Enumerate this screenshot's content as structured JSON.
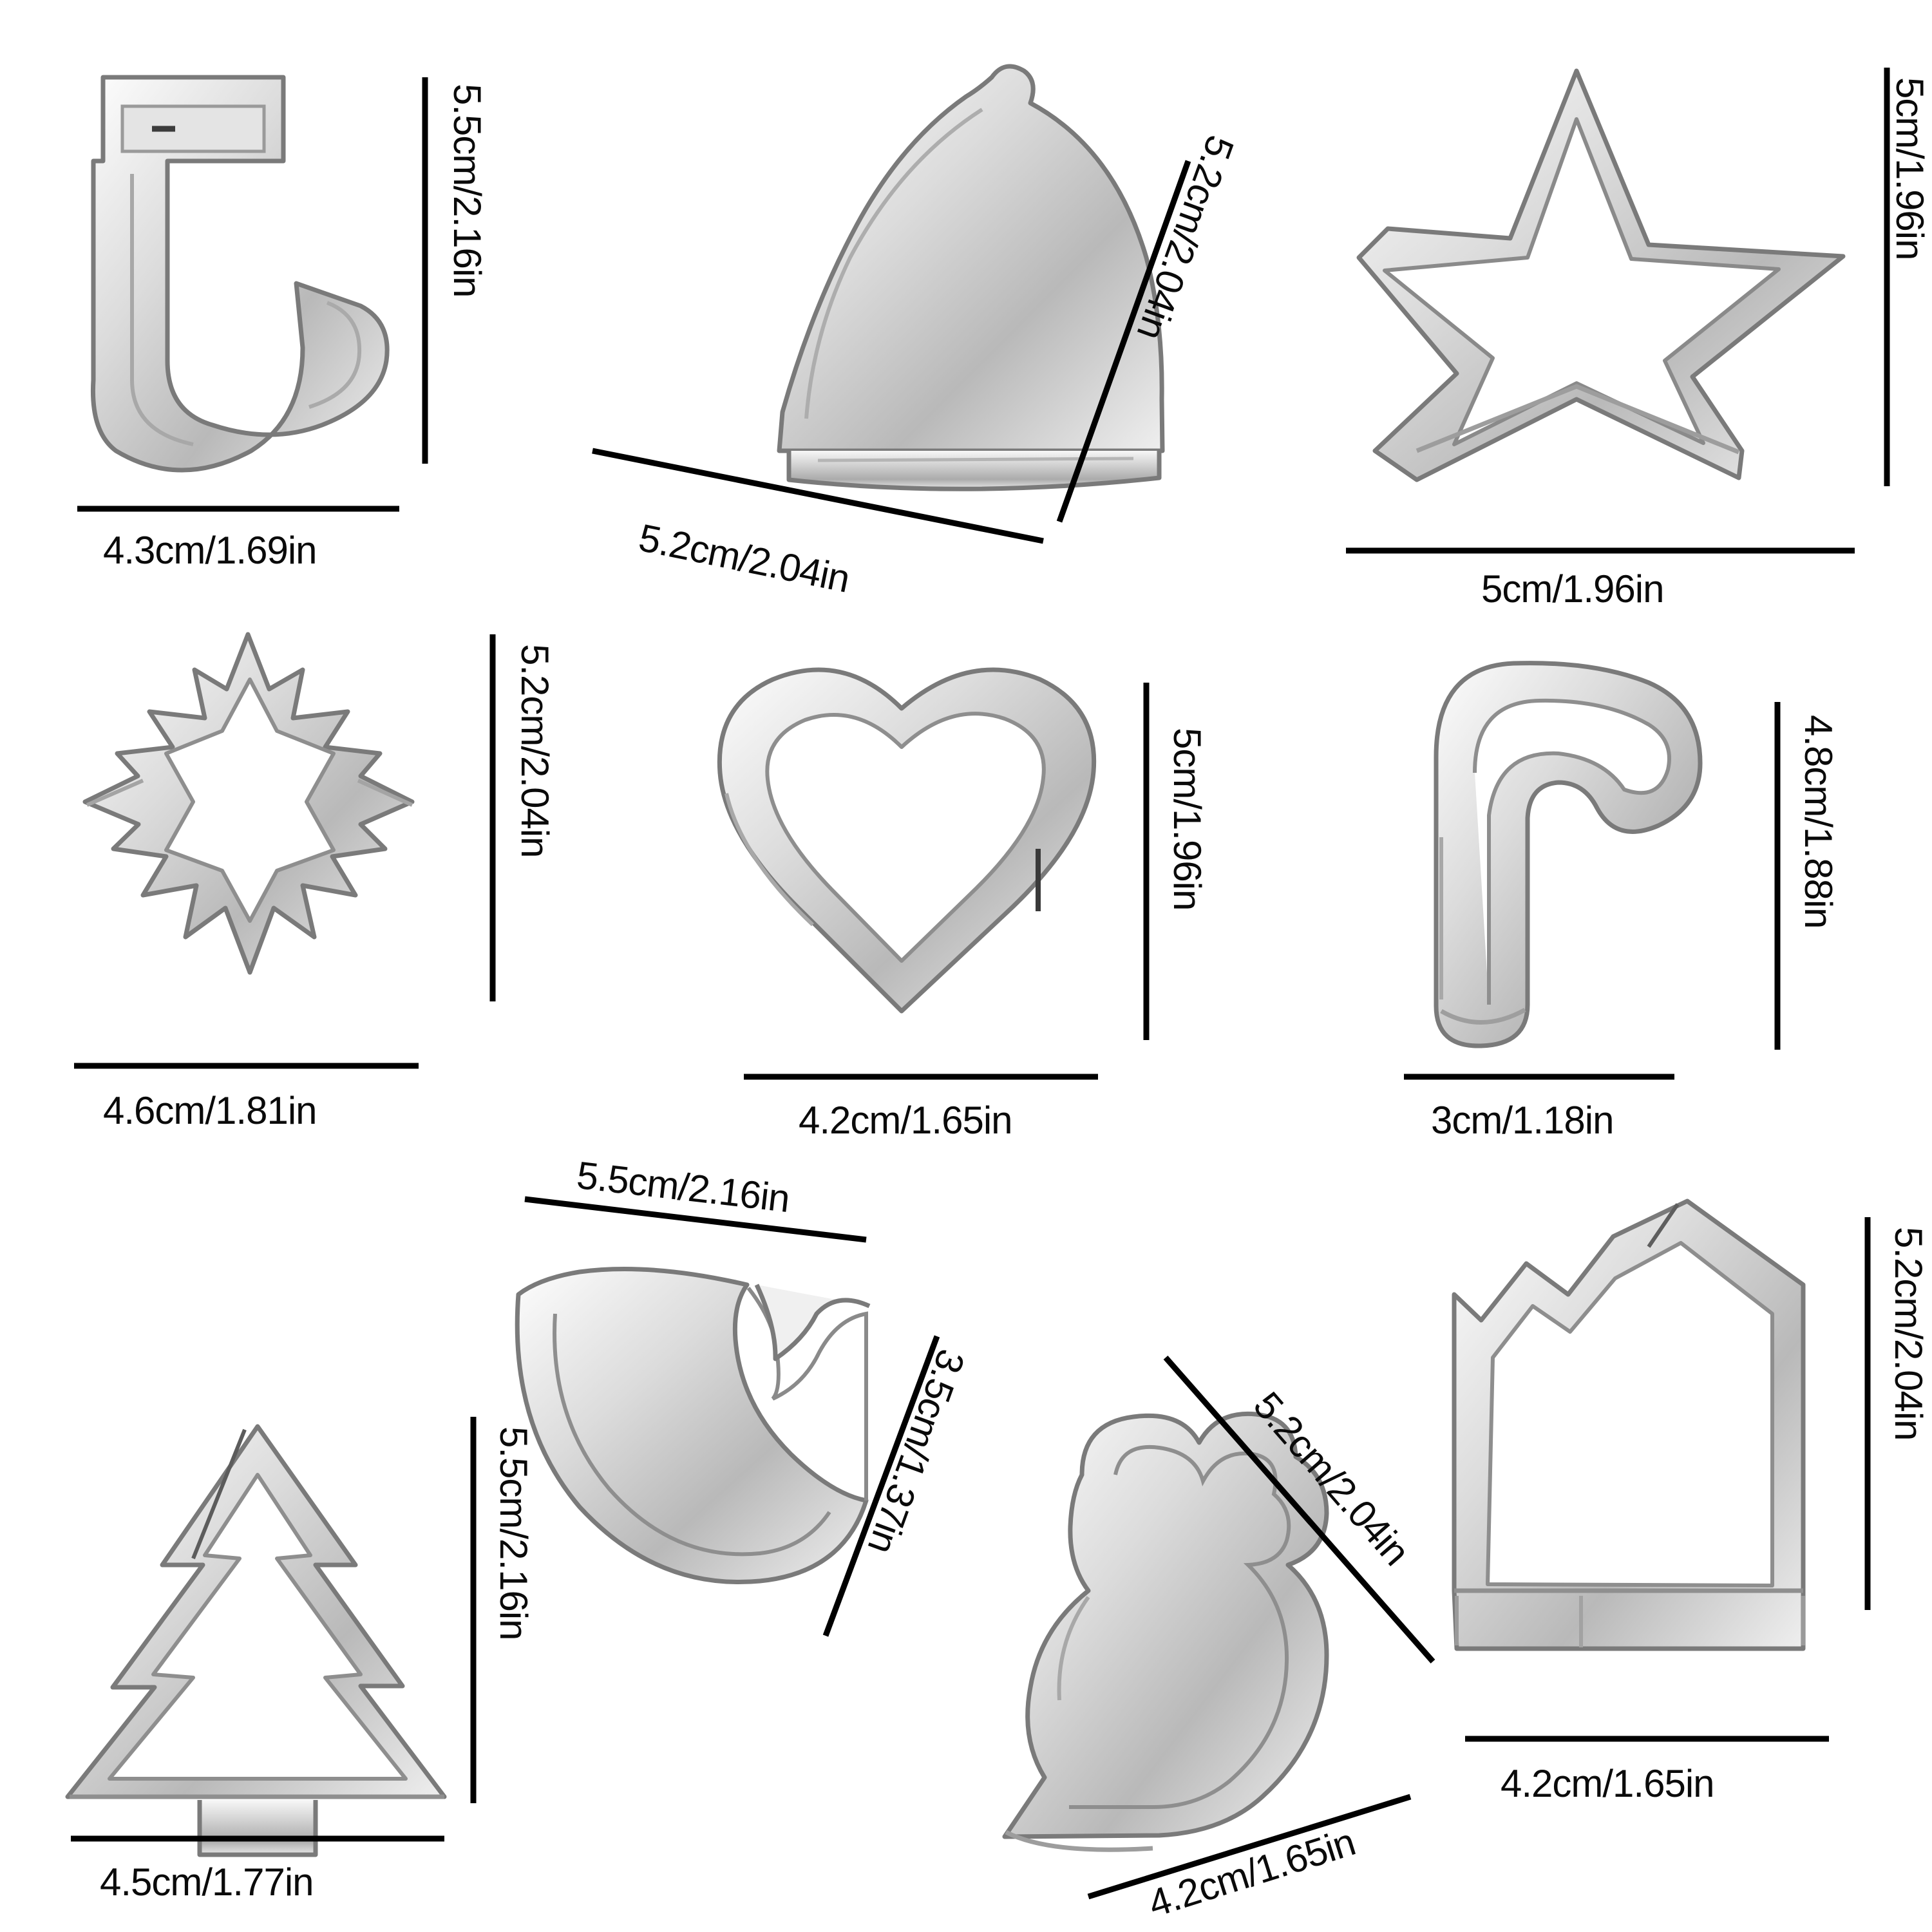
{
  "page": {
    "title": "Stainless Steel Christmas Cookie Cutter Set Dimensions",
    "background_color": "#ffffff",
    "text_color": "#0a0a0a",
    "metal_light": "#f2f2f2",
    "metal_mid": "#c9c9c9",
    "metal_dark": "#8f8f8f",
    "metal_edge": "#6d6d6d"
  },
  "items": [
    {
      "id": "stocking",
      "name": "stocking-cutter",
      "icon": "stocking-icon",
      "height_label": "5.5cm/2.16in",
      "width_label": "4.3cm/1.69in",
      "height_cm": 5.5,
      "height_in": 2.16,
      "width_cm": 4.3,
      "width_in": 1.69
    },
    {
      "id": "bell",
      "name": "bell-cutter",
      "icon": "bell-icon",
      "height_label": "5.2cm/2.04in",
      "width_label": "5.2cm/2.04in",
      "height_cm": 5.2,
      "height_in": 2.04,
      "width_cm": 5.2,
      "width_in": 2.04
    },
    {
      "id": "star",
      "name": "star-cutter",
      "icon": "star-icon",
      "height_label": "5cm/1.96in",
      "width_label": "5cm/1.96in",
      "height_cm": 5.0,
      "height_in": 1.96,
      "width_cm": 5.0,
      "width_in": 1.96
    },
    {
      "id": "snowflake",
      "name": "snowflake-cutter",
      "icon": "snowflake-icon",
      "height_label": "5.2cm/2.04in",
      "width_label": "4.6cm/1.81in",
      "height_cm": 5.2,
      "height_in": 2.04,
      "width_cm": 4.6,
      "width_in": 1.81
    },
    {
      "id": "heart",
      "name": "heart-cutter",
      "icon": "heart-icon",
      "height_label": "5cm/1.96in",
      "width_label": "4.2cm/1.65in",
      "height_cm": 5.0,
      "height_in": 1.96,
      "width_cm": 4.2,
      "width_in": 1.65
    },
    {
      "id": "candycane",
      "name": "candy-cane-cutter",
      "icon": "candy-cane-icon",
      "height_label": "4.8cm/1.88in",
      "width_label": "3cm/1.18in",
      "height_cm": 4.8,
      "height_in": 1.88,
      "width_cm": 3.0,
      "width_in": 1.18
    },
    {
      "id": "tree",
      "name": "christmas-tree-cutter",
      "icon": "tree-icon",
      "height_label": "5.5cm/2.16in",
      "width_label": "4.5cm/1.77in",
      "height_cm": 5.5,
      "height_in": 2.16,
      "width_cm": 4.5,
      "width_in": 1.77
    },
    {
      "id": "moon",
      "name": "crescent-moon-cutter",
      "icon": "moon-icon",
      "height_label": "3.5cm/1.37in",
      "width_label": "5.5cm/2.16in",
      "height_cm": 3.5,
      "height_in": 1.37,
      "width_cm": 5.5,
      "width_in": 2.16
    },
    {
      "id": "snowman",
      "name": "snowman-cutter",
      "icon": "snowman-icon",
      "height_label": "5.2cm/2.04in",
      "width_label": "4.2cm/1.65in",
      "height_cm": 5.2,
      "height_in": 2.04,
      "width_cm": 4.2,
      "width_in": 1.65
    },
    {
      "id": "house",
      "name": "gingerbread-house-cutter",
      "icon": "house-icon",
      "height_label": "5.2cm/2.04in",
      "width_label": "4.2cm/1.65in",
      "height_cm": 5.2,
      "height_in": 2.04,
      "width_cm": 4.2,
      "width_in": 1.65
    }
  ]
}
